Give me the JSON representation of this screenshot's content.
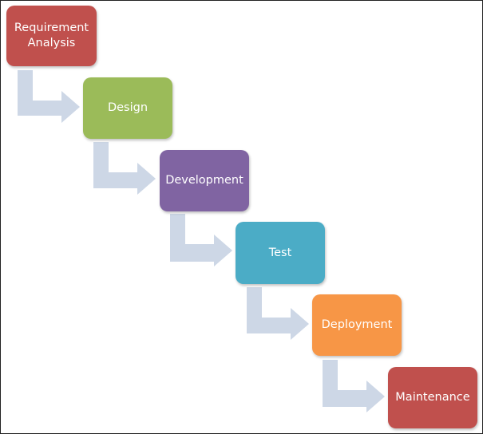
{
  "colors": {
    "red": "#c0504d",
    "green": "#9bbb59",
    "purple": "#8064a2",
    "teal": "#4bacc6",
    "orange": "#f79646",
    "arrow": "#cdd7e6"
  },
  "stages": [
    {
      "label": "Requirement\nAnalysis",
      "color": "#c0504d",
      "name": "stage-requirement-analysis"
    },
    {
      "label": "Design",
      "color": "#9bbb59",
      "name": "stage-design"
    },
    {
      "label": "Development",
      "color": "#8064a2",
      "name": "stage-development"
    },
    {
      "label": "Test",
      "color": "#4bacc6",
      "name": "stage-test"
    },
    {
      "label": "Deployment",
      "color": "#f79646",
      "name": "stage-deployment"
    },
    {
      "label": "Maintenance",
      "color": "#c0504d",
      "name": "stage-maintenance"
    }
  ]
}
